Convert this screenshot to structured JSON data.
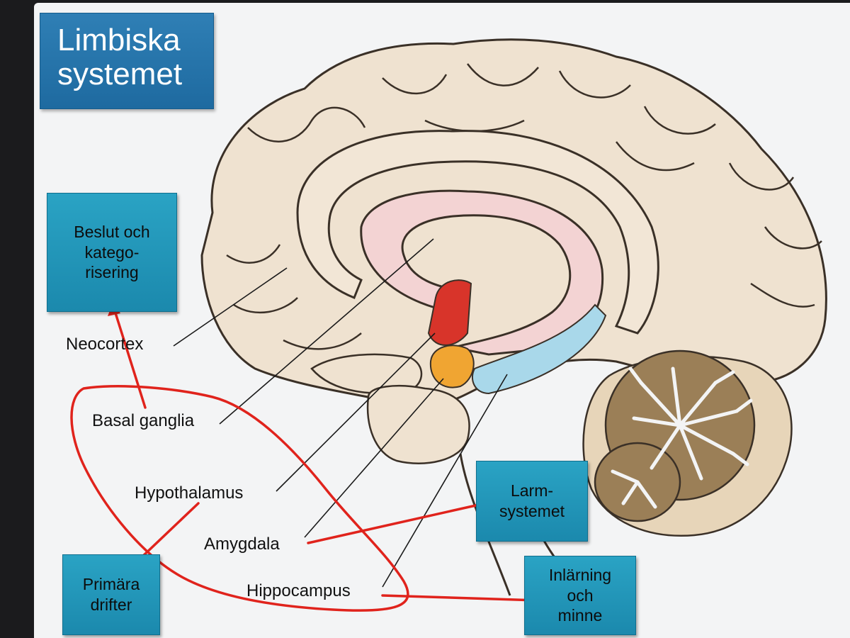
{
  "title": "Limbiska\nsystemet",
  "boxes": {
    "beslut": "Beslut och\nkatego-\nrisering",
    "larm": "Larm-\nsystemet",
    "inlarning": "Inlärning\noch\nminne",
    "primara": "Primära\ndrifter"
  },
  "labels": {
    "neocortex": "Neocortex",
    "basal_ganglia": "Basal ganglia",
    "hypothalamus": "Hypothalamus",
    "amygdala": "Amygdala",
    "hippocampus": "Hippocampus"
  },
  "colors": {
    "box_fill": "#1f95b8",
    "title_fill": "#2374aa",
    "annotation_red": "#e0231c",
    "brain_fill": "#efe2d0",
    "cingulate_pink": "#f3d3d3",
    "hypothalamus_red": "#d8342a",
    "amygdala_orange": "#f0a532",
    "hippocampus_blue": "#a9d8ea",
    "cerebellum_brown": "#9b7f57"
  }
}
